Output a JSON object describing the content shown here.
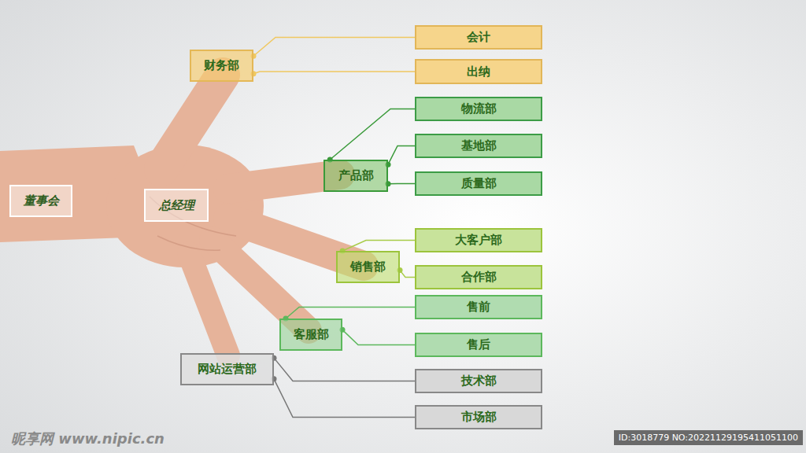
{
  "diagram": {
    "nodes": [
      {
        "text": [
          "董事会"
        ]
      },
      {
        "text": [
          "总经理"
        ]
      },
      {
        "text": [
          "财务部"
        ]
      },
      {
        "text": [
          "会计"
        ]
      },
      {
        "text": [
          "出纳"
        ]
      },
      {
        "text": [
          "产品部"
        ]
      },
      {
        "text": [
          "物流部"
        ]
      },
      {
        "text": [
          "基地部"
        ]
      },
      {
        "text": [
          "质量部"
        ]
      },
      {
        "text": [
          "销售部"
        ]
      },
      {
        "text": [
          "大客户部"
        ]
      },
      {
        "text": [
          "合作部"
        ]
      },
      {
        "text": [
          "客服部"
        ]
      },
      {
        "text": [
          "售前"
        ]
      },
      {
        "text": [
          "售后"
        ]
      },
      {
        "text": [
          "网站运营部"
        ]
      },
      {
        "text": [
          "技术部"
        ]
      },
      {
        "text": [
          "市场部"
        ]
      }
    ],
    "edges": [
      {
        "from": 2,
        "to": 3,
        "arrow": "none"
      },
      {
        "from": 2,
        "to": 4,
        "arrow": "none"
      },
      {
        "from": 5,
        "to": 6,
        "arrow": "none"
      },
      {
        "from": 5,
        "to": 7,
        "arrow": "none"
      },
      {
        "from": 5,
        "to": 8,
        "arrow": "none"
      },
      {
        "from": 9,
        "to": 10,
        "arrow": "none"
      },
      {
        "from": 9,
        "to": 11,
        "arrow": "none"
      },
      {
        "from": 12,
        "to": 13,
        "arrow": "none"
      },
      {
        "from": 12,
        "to": 14,
        "arrow": "none"
      },
      {
        "from": 15,
        "to": 16,
        "arrow": "none"
      },
      {
        "from": 15,
        "to": 17,
        "arrow": "none"
      }
    ],
    "labels": [
      "昵享网 www.nipic.cn",
      "ID:3018779 NO:20221129195411051100"
    ]
  }
}
